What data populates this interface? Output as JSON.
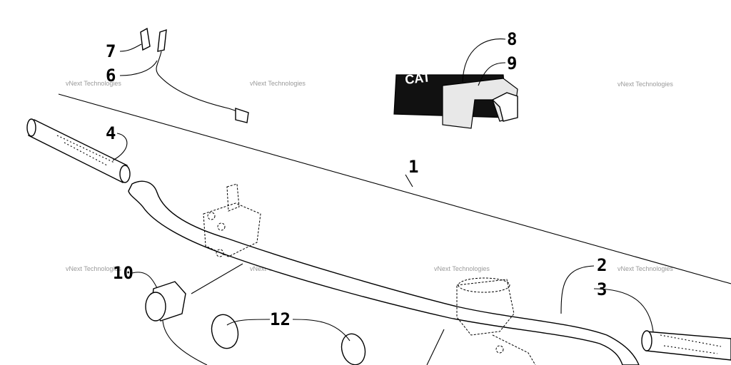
{
  "callouts": {
    "c1": "1",
    "c2": "2",
    "c3": "3",
    "c4": "4",
    "c6": "6",
    "c7": "7",
    "c8": "8",
    "c9": "9",
    "c10": "10",
    "c12": "12"
  },
  "watermark": "vNext Technologies",
  "handlebar_pad_logo": "CAT"
}
